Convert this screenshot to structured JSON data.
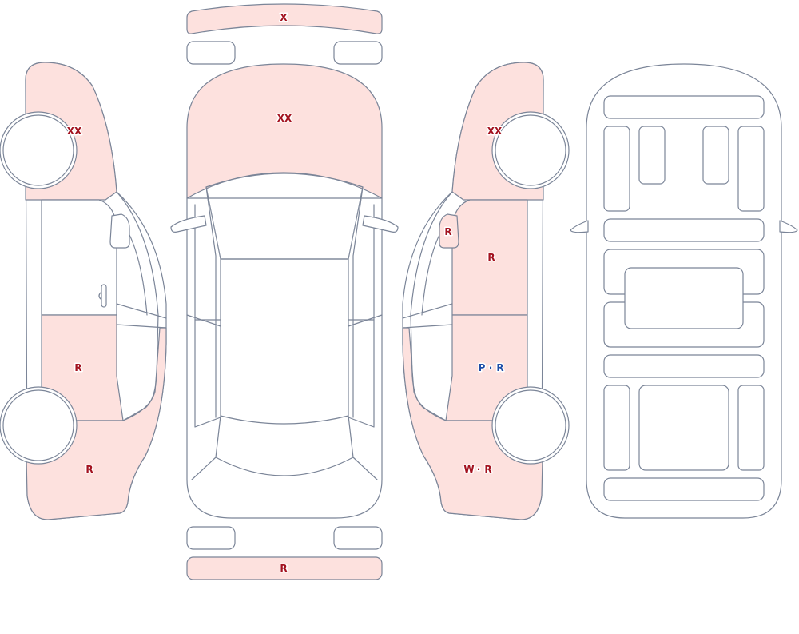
{
  "colors": {
    "outline": "#7b8598",
    "damaged_fill": "#fde1de",
    "mark_red": "#a3121f",
    "mark_blue": "#1f4fa8"
  },
  "marks": {
    "front_bumper": "X",
    "hood": "XX",
    "rear_bumper": "R",
    "left_front_fender": "XX",
    "left_rear_door": "R",
    "left_rear_quarter": "R",
    "right_front_fender": "XX",
    "right_mirror": "R",
    "right_front_door": "R",
    "right_rear_door_a": "P",
    "right_rear_door_sep": "·",
    "right_rear_door_b": "R",
    "right_rear_quarter_a": "W",
    "right_rear_quarter_sep": "·",
    "right_rear_quarter_b": "R"
  }
}
